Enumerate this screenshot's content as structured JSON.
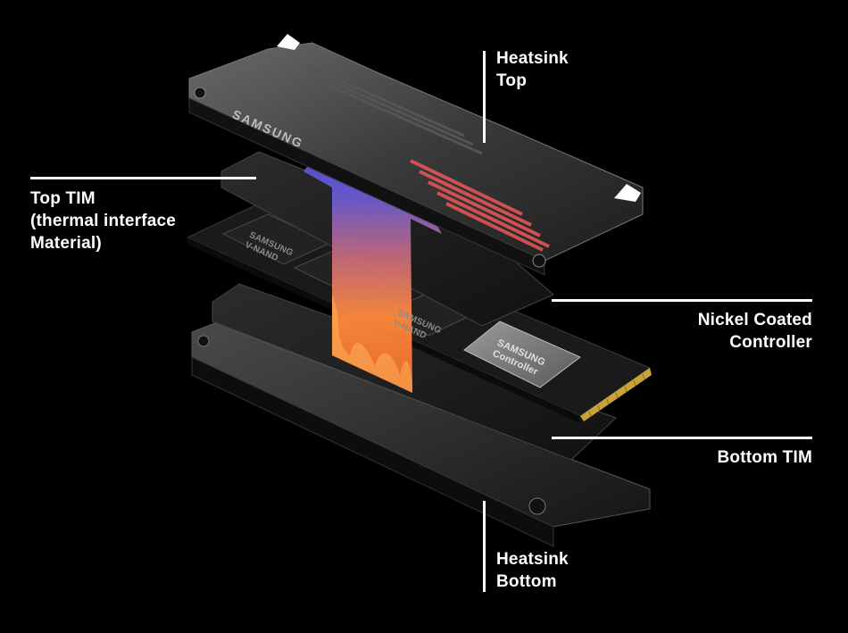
{
  "labels": {
    "heatsink_top": [
      "Heatsink",
      "Top"
    ],
    "top_tim": [
      "Top TIM",
      "(thermal interface",
      "Material)"
    ],
    "nickel_controller": [
      "Nickel Coated",
      "Controller"
    ],
    "bottom_tim": "Bottom TIM",
    "heatsink_bottom": [
      "Heatsink",
      "Bottom"
    ]
  },
  "product_marks": {
    "heatsink_logo": "SAMSUNG",
    "chip1": [
      "SAMSUNG",
      "V-NAND"
    ],
    "chip2": [
      "SAMSUNG",
      "V-NAND"
    ],
    "controller": [
      "SAMSUNG",
      "Controller"
    ]
  },
  "colors": {
    "background": "#000000",
    "text": "#ffffff",
    "heat_arrow_top": "#3a4fd0",
    "heat_arrow_bottom": "#f06a2a",
    "heatsink_accent": "#e05555",
    "pcb": "#1a1a1a",
    "gold_contacts": "#c9a23a"
  }
}
